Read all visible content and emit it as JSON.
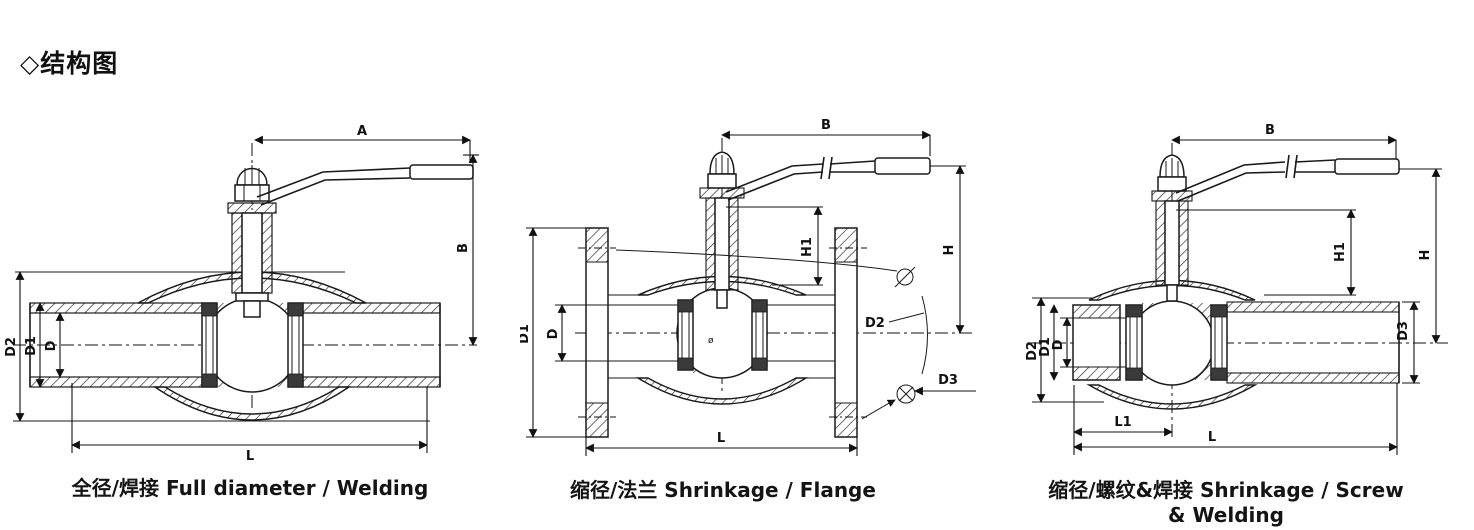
{
  "title": "◇结构图",
  "ink": "#1a1a1a",
  "figures": [
    {
      "caption": "全径/焊接 Full diameter / Welding",
      "dims": {
        "A": "A",
        "B": "B",
        "D2": "D2",
        "D1": "D1",
        "D": "D",
        "L": "L"
      }
    },
    {
      "caption": "缩径/法兰 Shrinkage / Flange",
      "dims": {
        "B": "B",
        "H": "H",
        "H1": "H1",
        "D1": "D1",
        "D": "D",
        "D2": "D2",
        "D3": "D3",
        "L": "L"
      },
      "center_mark": "ø"
    },
    {
      "caption": "缩径/螺纹&焊接 Shrinkage / Screw & Welding",
      "dims": {
        "B": "B",
        "H": "H",
        "H1": "H1",
        "D2": "D2",
        "D1": "D1",
        "D": "D",
        "D3": "D3",
        "L1": "L1",
        "L": "L"
      }
    }
  ]
}
